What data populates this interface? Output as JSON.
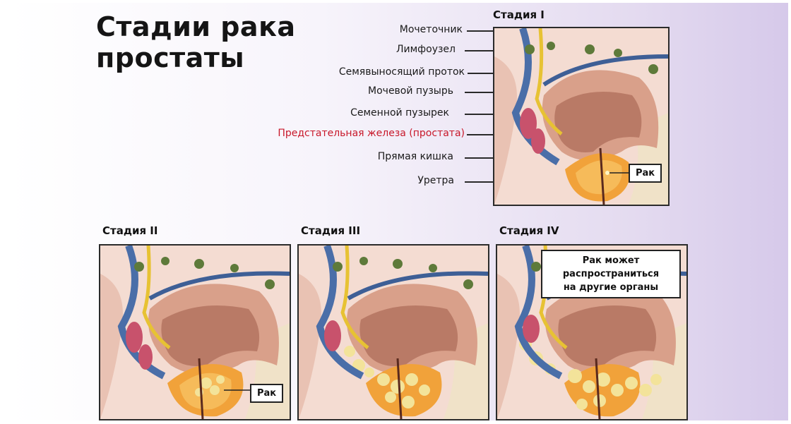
{
  "title": {
    "line1": "Стадии рака",
    "line2": "простаты"
  },
  "anatomy_labels": [
    {
      "text": "Мочеточник",
      "highlight": false
    },
    {
      "text": "Лимфоузел",
      "highlight": false
    },
    {
      "text": "Семявыносящий проток",
      "highlight": false
    },
    {
      "text": "Мочевой пузырь",
      "highlight": false
    },
    {
      "text": "Семенной пузырек",
      "highlight": false
    },
    {
      "text": "Предстательная железа (простата)",
      "highlight": true
    },
    {
      "text": "Прямая кишка",
      "highlight": false
    },
    {
      "text": "Уретра",
      "highlight": false
    }
  ],
  "stages": [
    {
      "title": "Стадия I",
      "callout": "Рак"
    },
    {
      "title": "Стадия II",
      "callout": "Рак"
    },
    {
      "title": "Стадия III",
      "callout": ""
    },
    {
      "title": "Стадия IV",
      "callout_lines": [
        "Рак может",
        "распространиться",
        "на другие органы"
      ]
    }
  ],
  "colors": {
    "highlight_label": "#c8182a",
    "tumor": "#f1a23a",
    "bladder": "#d9a08a",
    "vessel": "#4a6ea8",
    "ureter": "#e7c233",
    "lymph": "#5e7a3a",
    "vesicle": "#c8526c"
  }
}
